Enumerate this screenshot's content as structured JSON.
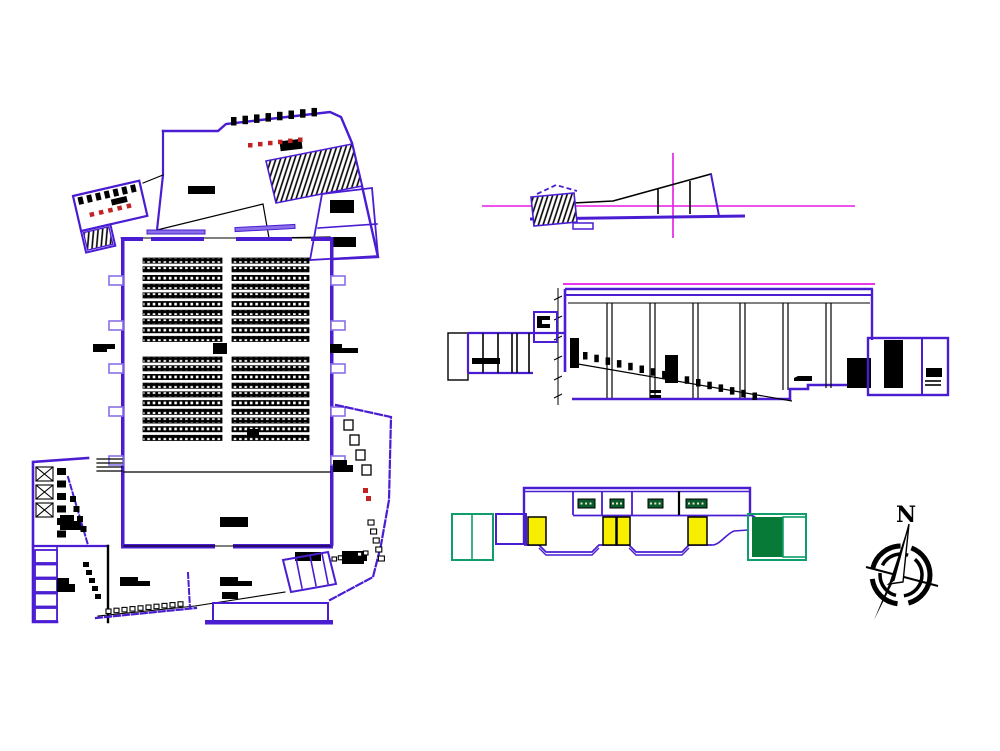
{
  "drawing": {
    "type": "architectural CAD drawing",
    "subject": "Auditorium / cinema hall - floor plan, sections and elevations",
    "views": [
      {
        "id": "floor-plan",
        "label": "main floor plan with seat banks, stage, lobbies, toilets and ramps"
      },
      {
        "id": "roof-profile",
        "label": "small side profile with magenta centre-line cross"
      },
      {
        "id": "longitudinal-section",
        "label": "long section with raked seating rows"
      },
      {
        "id": "front-elevation",
        "label": "entrance elevation with yellow doors, green signs and green end blocks"
      },
      {
        "id": "north-arrow",
        "label": "compass rose"
      }
    ],
    "seating": {
      "blocks": 2,
      "groups_per_block": 2,
      "rows_per_group": 10
    },
    "north_arrow": {
      "label": "N"
    },
    "colors": {
      "walls": "#4a1cd2",
      "walls_light": "#8a70e8",
      "centerlines": "#e518e5",
      "doors": "#f8ef00",
      "signs": "#0a5c2e",
      "end_block_fill": "#067a36",
      "end_block_frame": "#0f9d6a",
      "fixtures_red": "#c32222",
      "linework": "#000000"
    }
  }
}
